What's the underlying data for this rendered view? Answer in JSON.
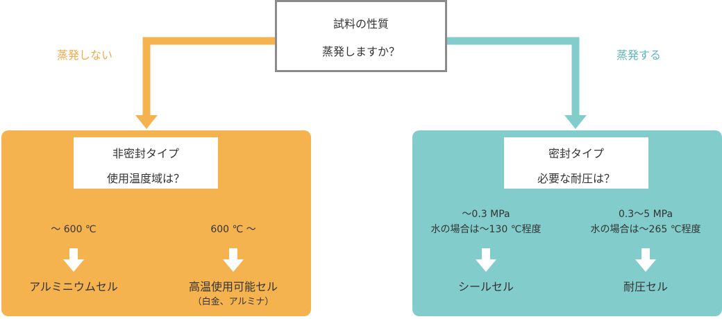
{
  "colors": {
    "orange": "#f5b350",
    "teal": "#82cccb",
    "border": "#8a8a8a",
    "text": "#333333"
  },
  "root": {
    "line1": "試料の性質",
    "line2": "蒸発しますか？"
  },
  "left_branch": {
    "label": "蒸発しない",
    "box": {
      "line1": "非密封タイプ",
      "line2": "使用温度域は？"
    },
    "options": [
      {
        "condition": "～ 600 ℃",
        "result": "アルミニウムセル",
        "note": ""
      },
      {
        "condition": "600 ℃ ～",
        "result": "高温使用可能セル",
        "note": "（白金、アルミナ）"
      }
    ]
  },
  "right_branch": {
    "label": "蒸発する",
    "box": {
      "line1": "密封タイプ",
      "line2": "必要な耐圧は？"
    },
    "options": [
      {
        "condition_line1": "～0.3 MPa",
        "condition_line2": "水の場合は～130 ℃程度",
        "result": "シールセル"
      },
      {
        "condition_line1": "0.3～5 MPa",
        "condition_line2": "水の場合は～265 ℃程度",
        "result": "耐圧セル"
      }
    ]
  }
}
